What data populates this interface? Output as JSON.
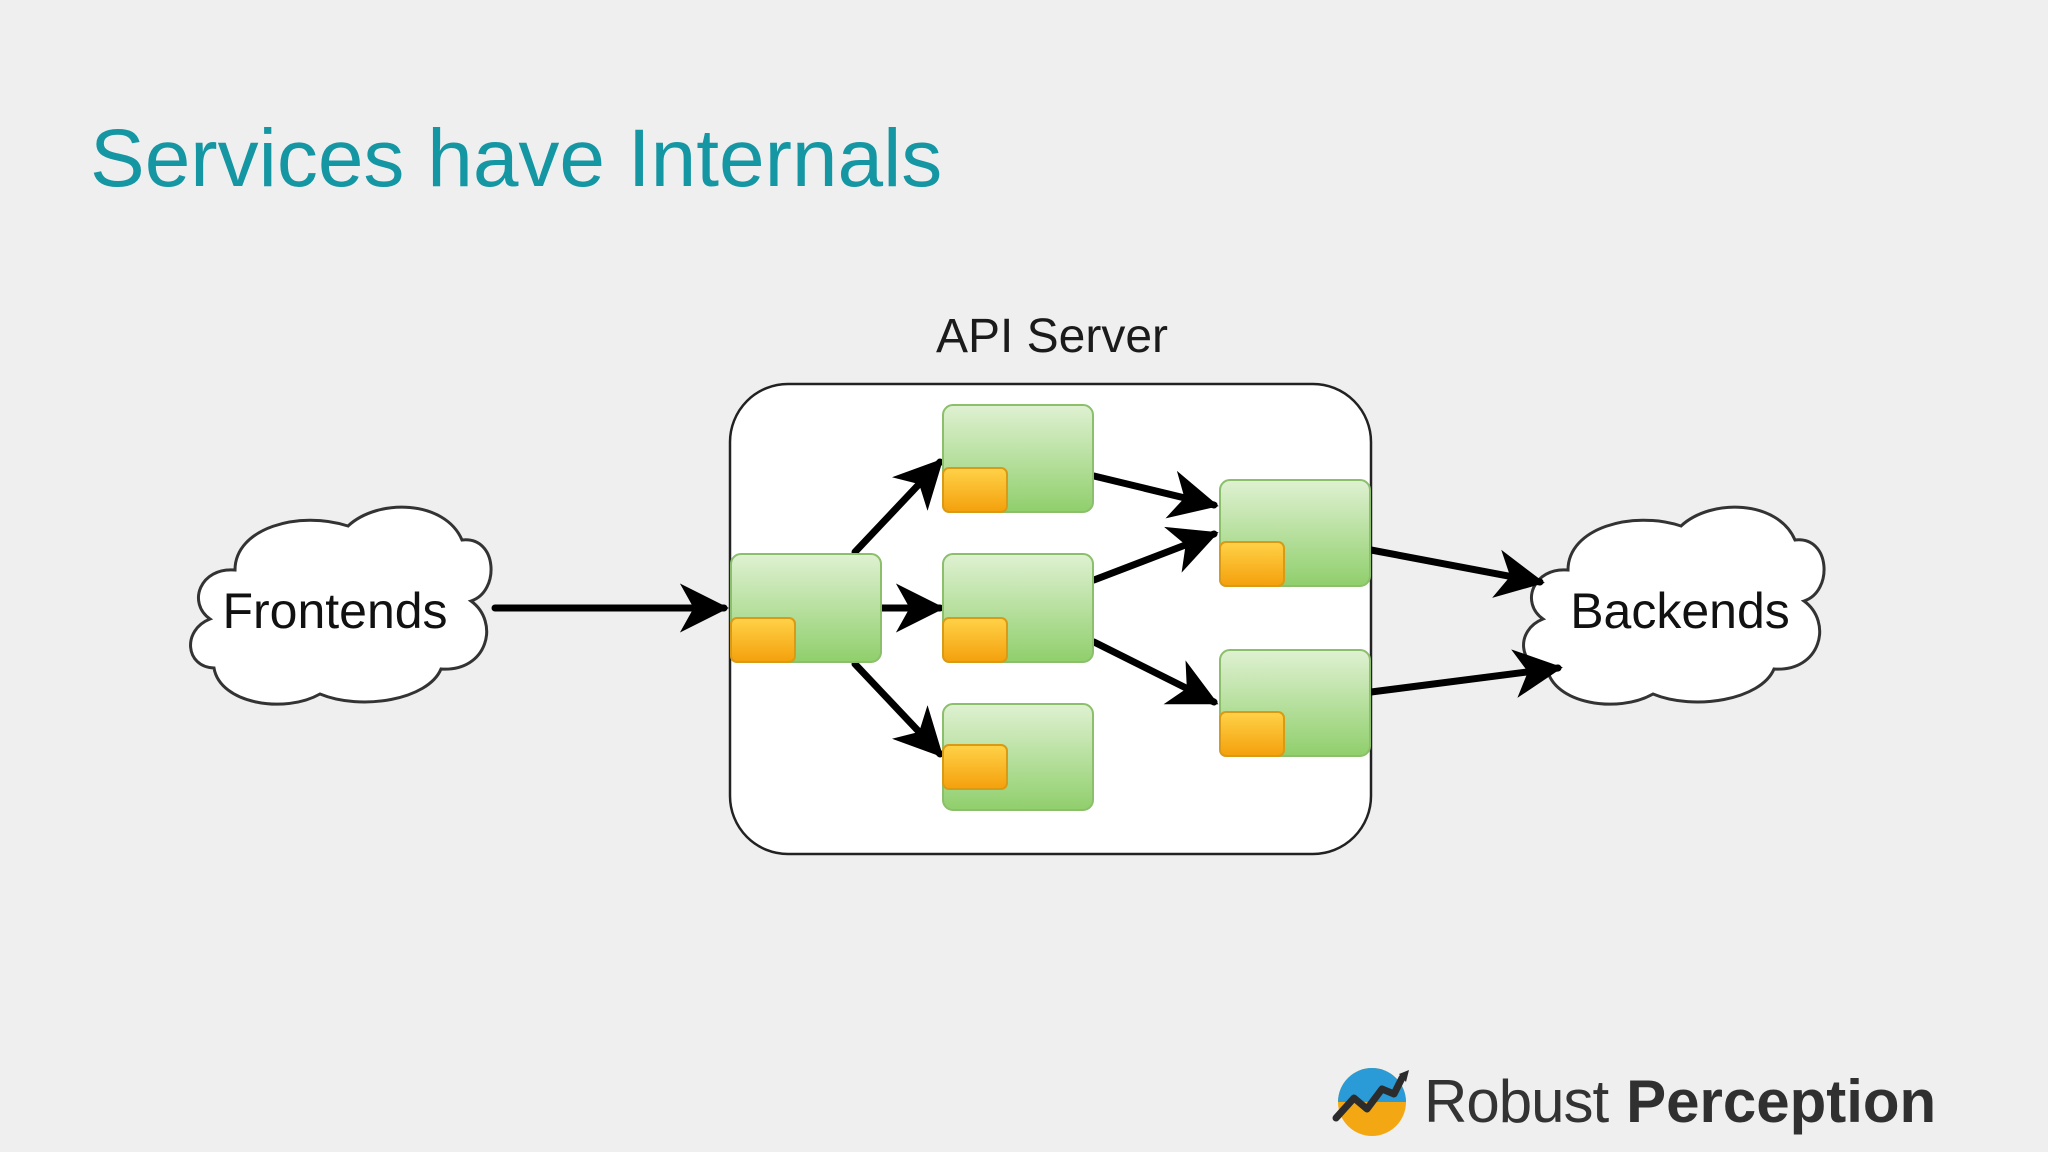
{
  "slide": {
    "title": "Services have Internals"
  },
  "diagram": {
    "container_label": "API Server",
    "frontend_label": "Frontends",
    "backend_label": "Backends",
    "colors": {
      "title": "#1596a3",
      "component_fill_top": "#dff1d2",
      "component_fill_bottom": "#90cf6c",
      "component_stroke": "#8bbf6b",
      "tab_fill_top": "#ffd248",
      "tab_fill_bottom": "#f4a00c",
      "tab_stroke": "#d99a16",
      "container_fill": "#ffffff",
      "container_stroke": "#222222",
      "arrow": "#000000",
      "cloud_fill": "#ffffff",
      "cloud_stroke": "#333333"
    },
    "icons": {
      "component": "component-box-icon",
      "tab": "component-tab-icon",
      "cloud": "cloud-icon"
    }
  },
  "brand": {
    "name_light": "Robust",
    "name_bold": "Perception",
    "logo_icon": "robust-perception-logo-icon"
  }
}
